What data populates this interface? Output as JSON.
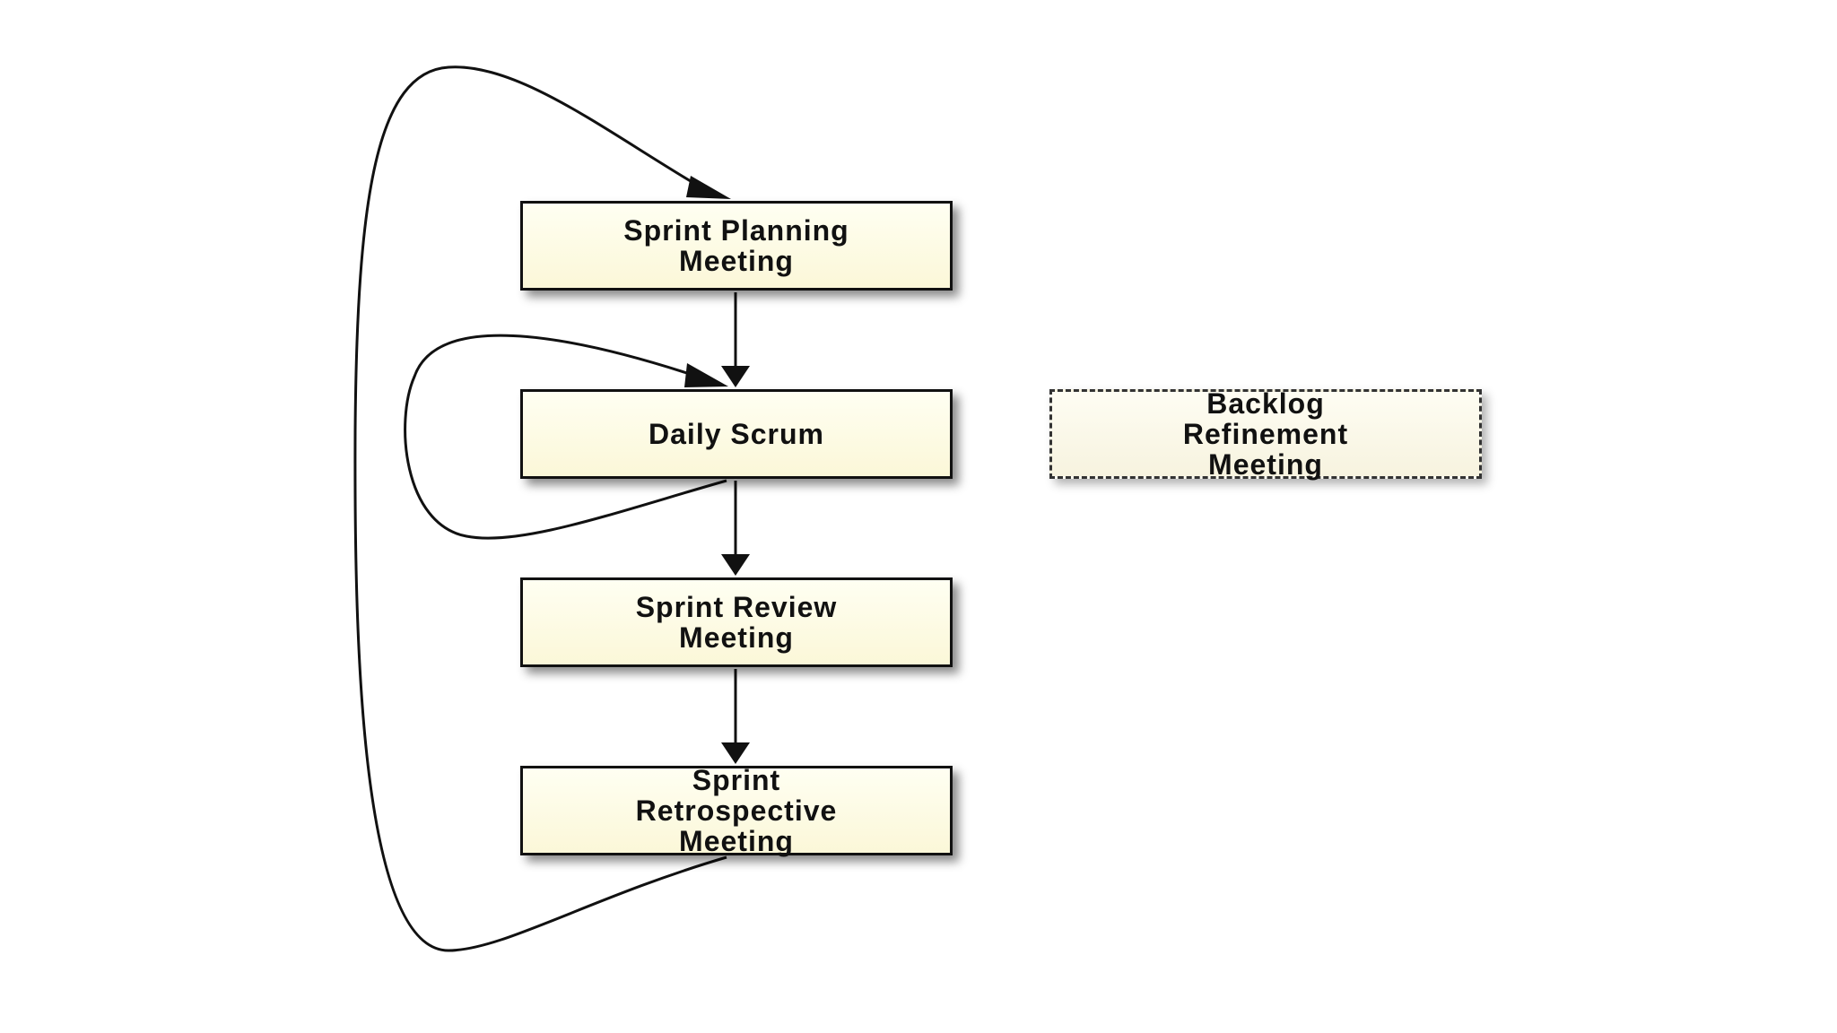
{
  "diagram": {
    "colors": {
      "line": "#111111",
      "box_fill": "#fbf7d8",
      "box_border": "#111111",
      "dashed_border": "#333333"
    },
    "nodes": [
      {
        "id": "sprint-planning",
        "label": "Sprint Planning\nMeeting",
        "style": "solid"
      },
      {
        "id": "daily-scrum",
        "label": "Daily Scrum",
        "style": "solid"
      },
      {
        "id": "sprint-review",
        "label": "Sprint Review\nMeeting",
        "style": "solid"
      },
      {
        "id": "sprint-retrospective",
        "label": "Sprint\nRetrospective\nMeeting",
        "style": "solid"
      },
      {
        "id": "backlog-refinement",
        "label": "Backlog\nRefinement\nMeeting",
        "style": "dashed"
      }
    ],
    "edges": [
      {
        "from": "sprint-planning",
        "to": "daily-scrum"
      },
      {
        "from": "daily-scrum",
        "to": "daily-scrum"
      },
      {
        "from": "daily-scrum",
        "to": "sprint-review"
      },
      {
        "from": "sprint-review",
        "to": "sprint-retrospective"
      },
      {
        "from": "sprint-retrospective",
        "to": "sprint-planning"
      }
    ]
  }
}
